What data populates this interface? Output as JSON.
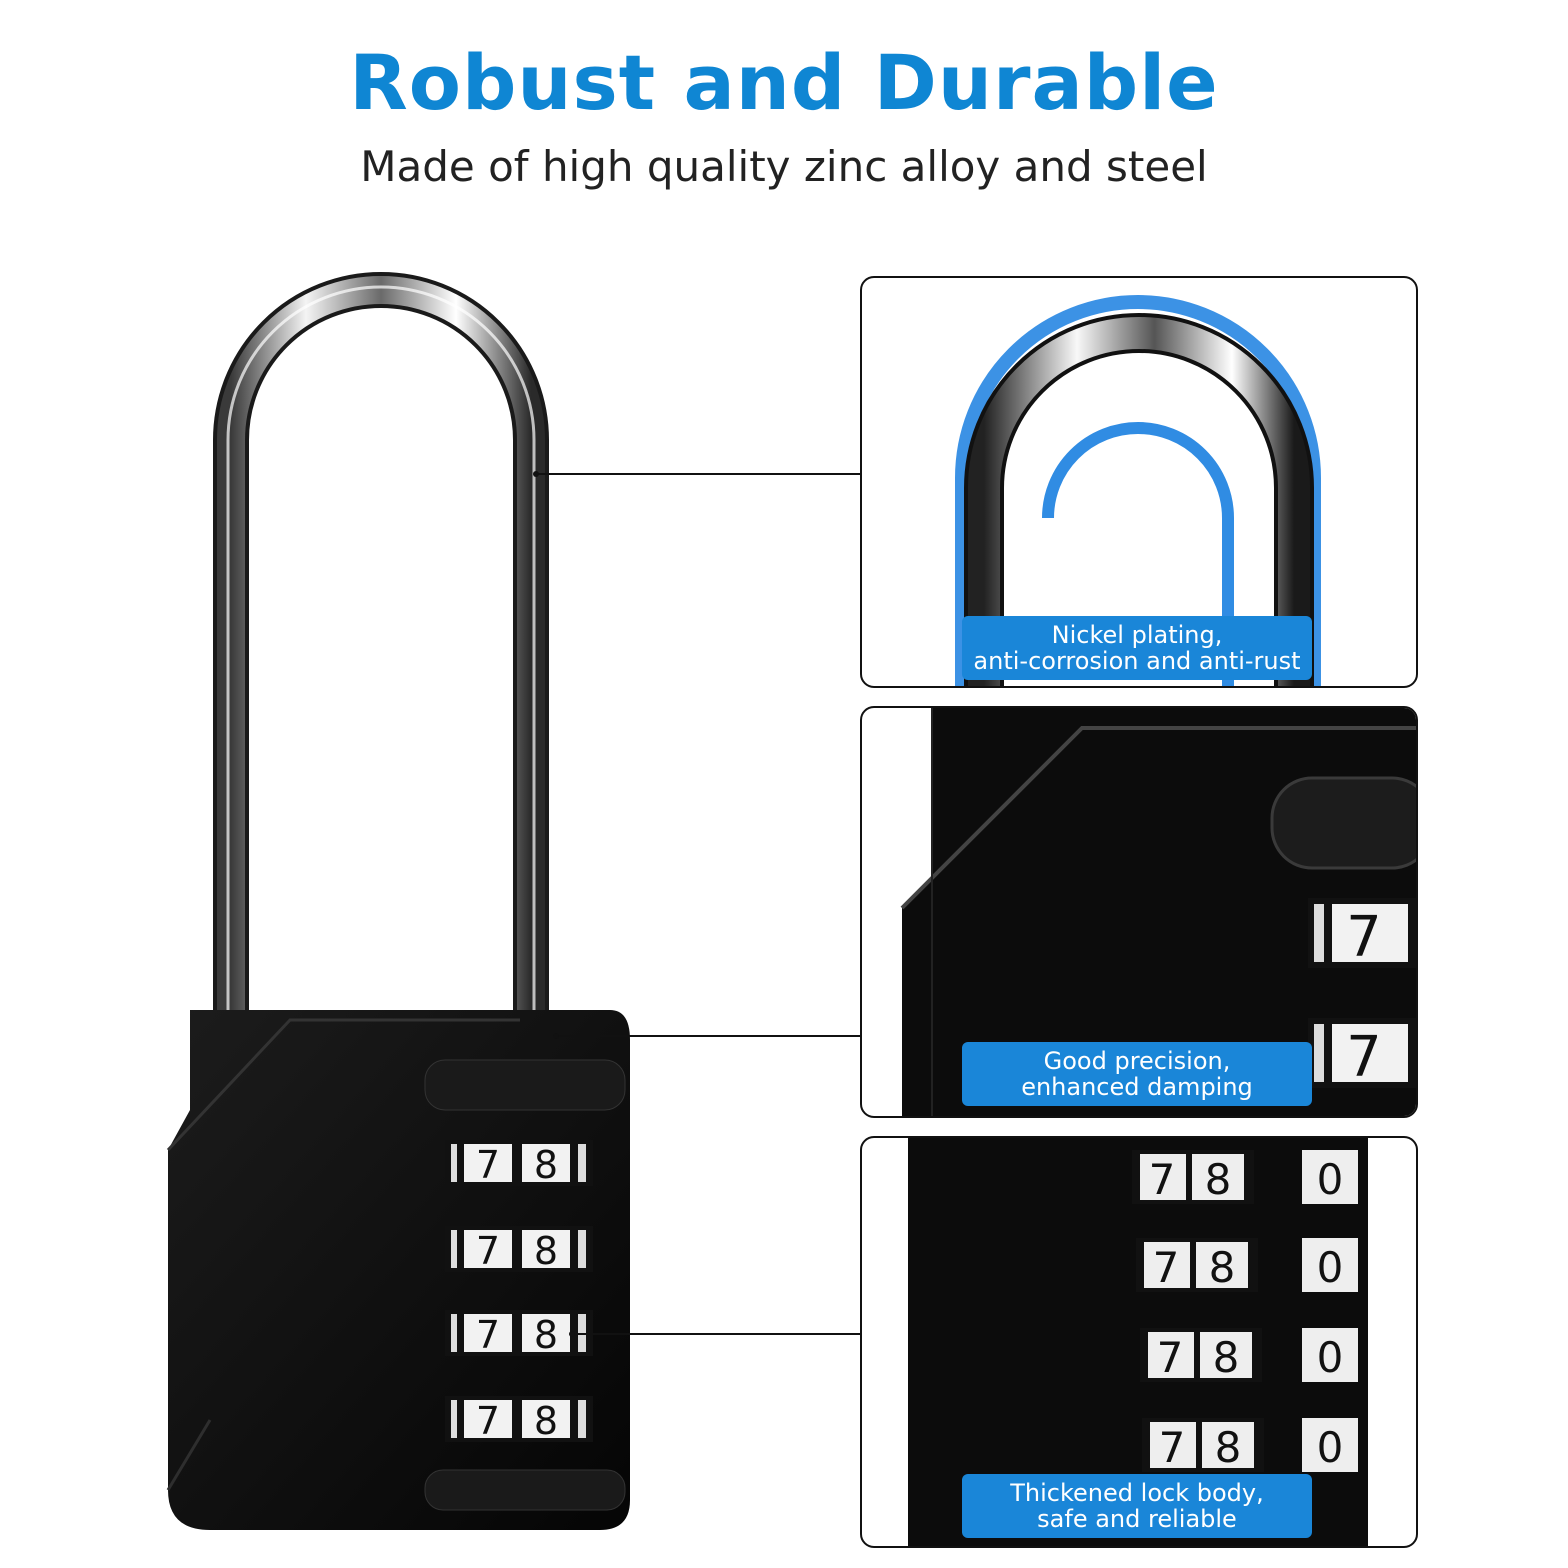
{
  "header": {
    "title": "Robust and Durable",
    "subtitle": "Made of high quality zinc alloy and steel"
  },
  "lock": {
    "dial_rows": [
      {
        "d1": "7",
        "d2": "8"
      },
      {
        "d1": "7",
        "d2": "8"
      },
      {
        "d1": "7",
        "d2": "8"
      },
      {
        "d1": "7",
        "d2": "8"
      }
    ]
  },
  "panels": [
    {
      "caption_line1": "Nickel plating,",
      "caption_line2": "anti-corrosion and anti-rust"
    },
    {
      "caption_line1": "Good precision,",
      "caption_line2": "enhanced damping",
      "digits": [
        "7",
        "7"
      ]
    },
    {
      "caption_line1": "Thickened lock body,",
      "caption_line2": "safe and reliable",
      "dials_left": [
        "7",
        "8"
      ],
      "dials_right": [
        "0"
      ]
    }
  ],
  "colors": {
    "accent": "#0f86d3",
    "caption_bg": "#1a86d8",
    "body": "#0d0d0d"
  }
}
